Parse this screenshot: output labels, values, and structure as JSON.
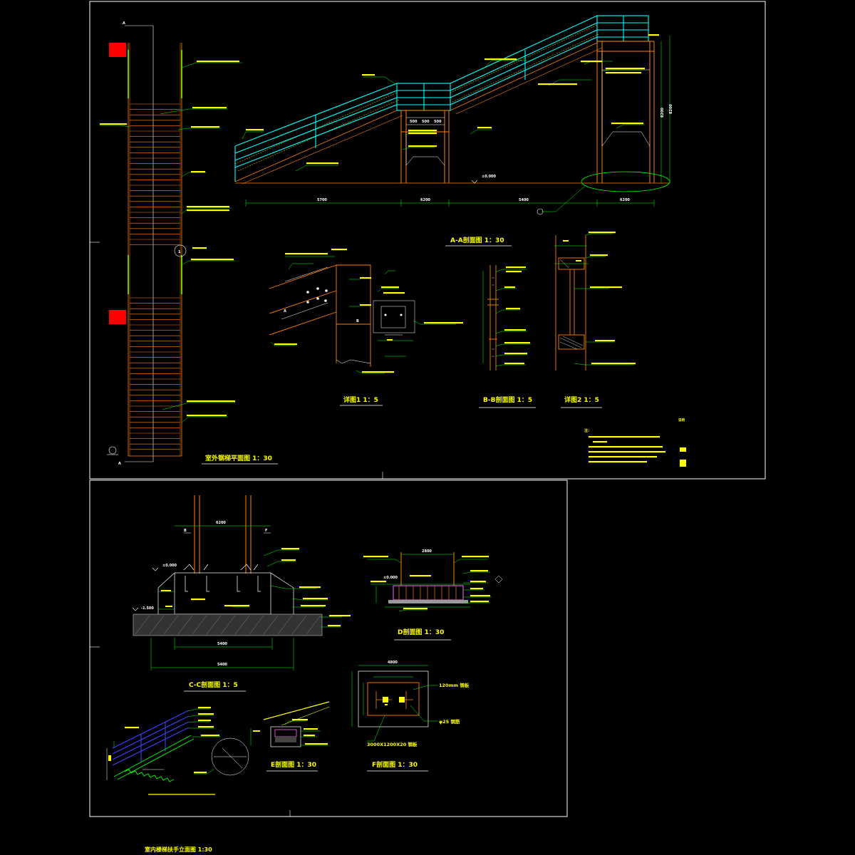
{
  "sheet_top": {
    "plan_title": "室外钢梯平面图  1：30",
    "section_aa_title": "A-A剖面图  1：30",
    "detail1_title": "详图1  1：5",
    "section_bb_title": "B-B剖面图  1：5",
    "detail2_title": "详图2  1：5",
    "section_markers": [
      "A",
      "A"
    ],
    "detail_marker": "1",
    "elevation_a": "A",
    "elevation_b": "B",
    "dimensions_bottom": [
      "5700",
      "6200",
      "5400",
      "6200"
    ],
    "height_dims": [
      "8200",
      "8200"
    ],
    "level_mark": "±0.000",
    "stair_width_marks": [
      "500",
      "500",
      "500"
    ],
    "notes_header": "注：",
    "notes_side": "说明"
  },
  "sheet_bottom": {
    "section_cc_title": "C-C剖面图  1：5",
    "section_d_title": "D剖面图  1：30",
    "section_e_title": "E剖面图  1：30",
    "section_f_title": "F剖面图  1：30",
    "cc_top_dim": "6200",
    "cc_bottom_dims": [
      "5400",
      "5400"
    ],
    "cc_levels": [
      "±0.000",
      "-1.500"
    ],
    "d_top_dim": "2800",
    "d_level": "±0.000",
    "f_top_dim": "4800",
    "f_callout_1": "120mm 钢板",
    "f_callout_2": "φ25 钢筋",
    "f_bottom_label": "3000X1200X20 钢板",
    "cc_markers": [
      "B",
      "F"
    ]
  },
  "footer_title": "室内楼梯扶手立面图 1:30",
  "colors": {
    "background": "#000000",
    "frame": "#ffffff",
    "structure": "#ff8000",
    "railing": "#00ffff",
    "annotation": "#00ff00",
    "text": "#ffff00",
    "marker": "#ff0000",
    "hatch": "#c0c0c0",
    "blue_rail": "#4040ff"
  }
}
